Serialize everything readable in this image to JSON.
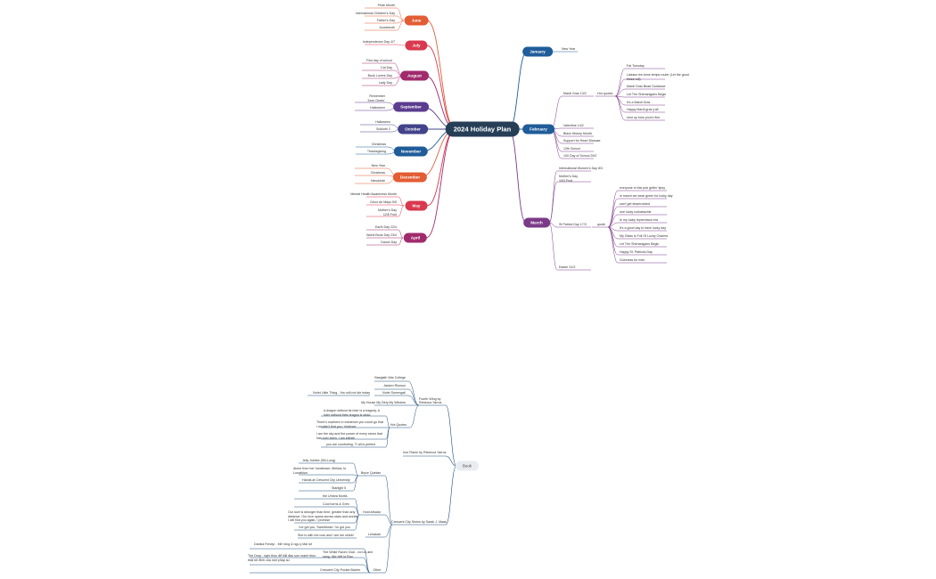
{
  "center": "2024 Holiday Plan",
  "colors": {
    "navy": "#263f57",
    "orange": "#e35d34",
    "crimson": "#d9394e",
    "magenta": "#a02b6c",
    "purple": "#5b3c8f",
    "indigo": "#42438a",
    "blue": "#1f5c99",
    "plum": "#7b3a88",
    "red": "#c9303e",
    "book": "#e9ecef",
    "bookline": "#1f4e7a"
  },
  "branches": [
    {
      "label": "June",
      "color": "orange",
      "children": [
        "Pride Month",
        "International Children's Day",
        "Father's Day",
        "Juneteenth"
      ]
    },
    {
      "label": "July",
      "color": "crimson",
      "children": [
        "Independence Day 4/7"
      ]
    },
    {
      "label": "August",
      "color": "magenta",
      "children": [
        "First day of school",
        "Cat Day",
        "Book Lovers Day",
        "Lady Day"
      ]
    },
    {
      "label": "September",
      "color": "purple",
      "children": [
        "Remember 'Jeen Green'",
        "Halloween"
      ]
    },
    {
      "label": "October",
      "color": "indigo",
      "children": [
        "Halloween",
        "Sukkoth 2"
      ]
    },
    {
      "label": "November",
      "color": "blue",
      "children": [
        "Christmas",
        "Thanksgiving"
      ]
    },
    {
      "label": "December",
      "color": "orange",
      "children": [
        "New Year",
        "Christmas",
        "Hanukkah"
      ]
    },
    {
      "label": "May",
      "color": "crimson",
      "children": [
        "Mental Health Awareness Month",
        "Cinco de Mayo 5/5",
        "Mother's Day 12/5 Fruit"
      ]
    },
    {
      "label": "April",
      "color": "magenta",
      "children": [
        "Earth Day 22/4",
        "World Book Day 23/4",
        "Dance Day"
      ]
    },
    {
      "label": "January",
      "color": "blue",
      "children": [
        "New Year"
      ]
    },
    {
      "label": "February",
      "color": "blue",
      "children": [
        "Mardi Gras 13/2",
        "Valentine 14/2",
        "Black History Month",
        "Support for Heart Disease",
        "12th School",
        "100 Day of School 29/2"
      ],
      "quotes_label": "Hot quotes",
      "quotes": [
        "Fat Tuesday",
        "Laissez les bons temps rouler (Let the good times roll)",
        "Mardi Gras Bead Guidance",
        "Let The Shenanigans Begin",
        "It's a Mardi Gras",
        "Happy Mardi gras y'all",
        "shut up bros you're fine"
      ]
    },
    {
      "label": "March",
      "color": "plum",
      "children": [
        "International Women's Day 8/3",
        "Mother's Day 10/3 Fruit",
        "St Patrick Day 17/3",
        "Easter 31/3"
      ],
      "quotes_label": "quote",
      "quotes": [
        "everyone in this pub gettin' tipsy",
        "in march we wear green for lucky day",
        "can't get shamrocked",
        "one lucky rockabachie",
        "In my lucky leprechaun era",
        "It's a good day to have lucky day",
        "My Glass is Full Of Lucky Charms",
        "Let The Shenanigans Begin",
        "Happy St. Patricks Day",
        "Guinness for men"
      ]
    }
  ],
  "book": {
    "label": "Book",
    "fourth_wing": {
      "label": "Fourth Wing by Rebecca Yarros",
      "children": [
        "Basgiath War College",
        "Jasken Riorson",
        "Violet Sorrengail"
      ],
      "violet_quote": "Violet Little Thing - You will not die today",
      "hot_quotes_label": "Hot Quotes",
      "hot_quotes": [
        "My House My Dirty My Window",
        "A dragon without its rider is a tragedy. A rider without their dragon is dead",
        "There's nowhere in existence you could go that I wouldn't find you, Violence",
        "I am the sky and the power of every storm that has ever been. I am infinite",
        "you are comforting. Tr all is perfect"
      ]
    },
    "iron_flame": "Iron Flame by Rebecca Yarros",
    "crescent": {
      "label": "Crescent City Series by Sarah J. Maas",
      "bryce": {
        "label": "Bryce Quinlan",
        "children": [
          "Jelly Jubilee (Shi-Long)",
          "Alone from her hometown; Mellow, to Lunathion",
          "Hands at Crescent City University",
          "Starlight 5"
        ]
      },
      "hunt": {
        "label": "Hunt Athalar",
        "children": [
          "the Umbra Mortis",
          "Cool horns & Grim",
          "Our love is stronger than time, greater than any distance. Our love spans across stars and worlds. I will find you again, I promise",
          "I've got you, Sweetheart. I'm got you"
        ]
      },
      "lehabah": {
        "label": "Lehabah",
        "children": [
          "She is with me now and I am her shield"
        ]
      },
      "other": {
        "label": "Other",
        "children": [
          "Danika Fendyr - Mở rộng & ngụ ý Mai lợi",
          "The White Raven Club - nơi có ánh sáng, đặc biệt là Rao",
          "The Drop - nghi thức để bắt đầu sức mạnh thực thật tới đỉnh của một pháp sư",
          "Crescent City Pocket Barrier"
        ]
      }
    }
  }
}
